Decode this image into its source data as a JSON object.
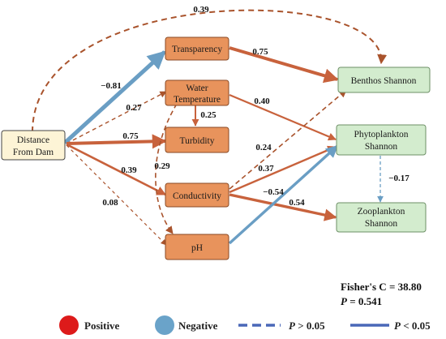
{
  "colors": {
    "positive": "#c8623c",
    "negative": "#6a9ec4",
    "box_orange": "#e8935c",
    "box_orange_stroke": "#8a4a24",
    "box_green": "#d3ecce",
    "box_green_stroke": "#6d8f66",
    "box_source": "#fdf4d6",
    "box_source_stroke": "#444444",
    "legend_positive": "#dd1a1a",
    "legend_negative": "#6aa3c9",
    "legend_line": "#4a68b8"
  },
  "nodes": {
    "distance": {
      "line1": "Distance",
      "line2": "From Dam"
    },
    "transparency": {
      "label": "Transparency"
    },
    "water_temperature": {
      "line1": "Water",
      "line2": "Temperature"
    },
    "turbidity": {
      "label": "Turbidity"
    },
    "conductivity": {
      "label": "Conductivity"
    },
    "ph": {
      "label": "pH"
    },
    "benthos": {
      "label": "Benthos Shannon"
    },
    "phytoplankton": {
      "line1": "Phytoplankton",
      "line2": "Shannon"
    },
    "zooplankton": {
      "line1": "Zooplankton",
      "line2": "Shannon"
    }
  },
  "paths": [
    {
      "from": "Distance From Dam",
      "to": "Benthos Shannon",
      "coefficient": "0.39",
      "effect": "positive",
      "significant": false
    },
    {
      "from": "Distance From Dam",
      "to": "Transparency",
      "coefficient": "−0.81",
      "effect": "negative",
      "significant": true
    },
    {
      "from": "Distance From Dam",
      "to": "Water Temperature",
      "coefficient": "0.27",
      "effect": "positive",
      "significant": false
    },
    {
      "from": "Distance From Dam",
      "to": "Turbidity",
      "coefficient": "0.75",
      "effect": "positive",
      "significant": true
    },
    {
      "from": "Distance From Dam",
      "to": "Conductivity",
      "coefficient": "0.39",
      "effect": "positive",
      "significant": true
    },
    {
      "from": "Distance From Dam",
      "to": "pH",
      "coefficient": "0.08",
      "effect": "positive",
      "significant": false
    },
    {
      "from": "Transparency",
      "to": "Benthos Shannon",
      "coefficient": "0.75",
      "effect": "positive",
      "significant": true
    },
    {
      "from": "Water Temperature",
      "to": "Turbidity",
      "coefficient": "0.25",
      "effect": "positive",
      "significant": true
    },
    {
      "from": "Water Temperature",
      "to": "Phytoplankton Shannon",
      "coefficient": "0.40",
      "effect": "positive",
      "significant": true
    },
    {
      "from": "Water Temperature",
      "to": "pH",
      "coefficient": "0.29",
      "effect": "positive",
      "significant": false
    },
    {
      "from": "Conductivity",
      "to": "Benthos Shannon",
      "coefficient": "0.24",
      "effect": "positive",
      "significant": false
    },
    {
      "from": "Conductivity",
      "to": "Phytoplankton Shannon",
      "coefficient": "0.37",
      "effect": "positive",
      "significant": true
    },
    {
      "from": "Conductivity",
      "to": "Zooplankton Shannon",
      "coefficient": "0.54",
      "effect": "positive",
      "significant": true
    },
    {
      "from": "pH",
      "to": "Phytoplankton Shannon",
      "coefficient": "−0.54",
      "effect": "negative",
      "significant": true
    },
    {
      "from": "Phytoplankton Shannon",
      "to": "Zooplankton Shannon",
      "coefficient": "−0.17",
      "effect": "negative",
      "significant": false
    }
  ],
  "stats": {
    "fisher": "Fisher's C = 38.80",
    "p_label": "P",
    "p_value": " = 0.541"
  },
  "legend": {
    "positive": "Positive",
    "negative": "Negative",
    "p_label": "P",
    "p_nonsig": " > 0.05",
    "p_sig": " < 0.05"
  }
}
